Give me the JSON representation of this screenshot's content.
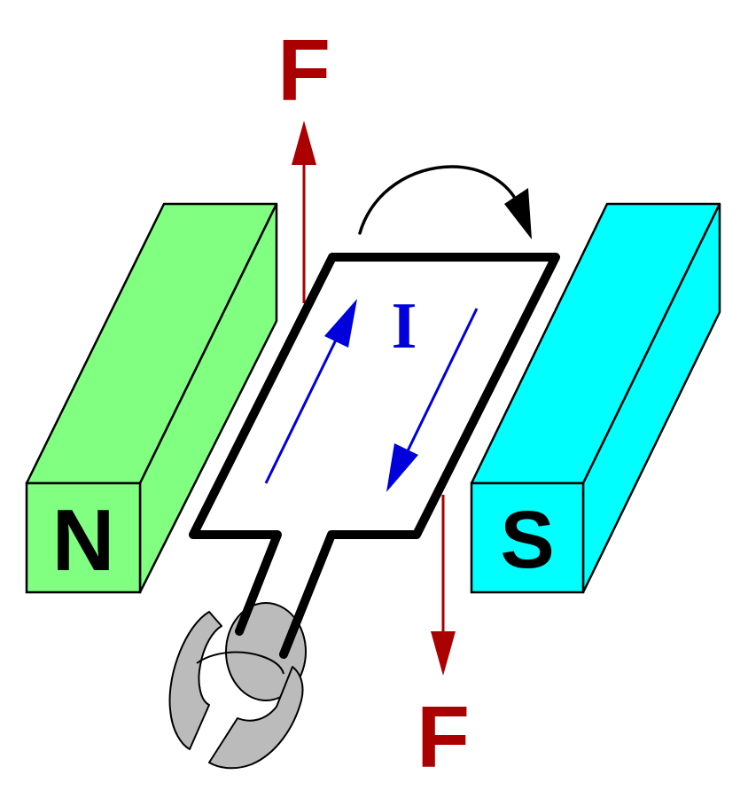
{
  "labels": {
    "force_top": "F",
    "force_bottom": "F",
    "current": "I",
    "north_pole": "N",
    "south_pole": "S"
  },
  "colors": {
    "north_front": "#80ff80",
    "south_front": "#00ffff",
    "force": "#aa0000",
    "current": "#0000dd",
    "loop": "#000000",
    "commutator": "#bbbbbb"
  },
  "icons": {
    "rotation": "curved-arrow-icon"
  }
}
